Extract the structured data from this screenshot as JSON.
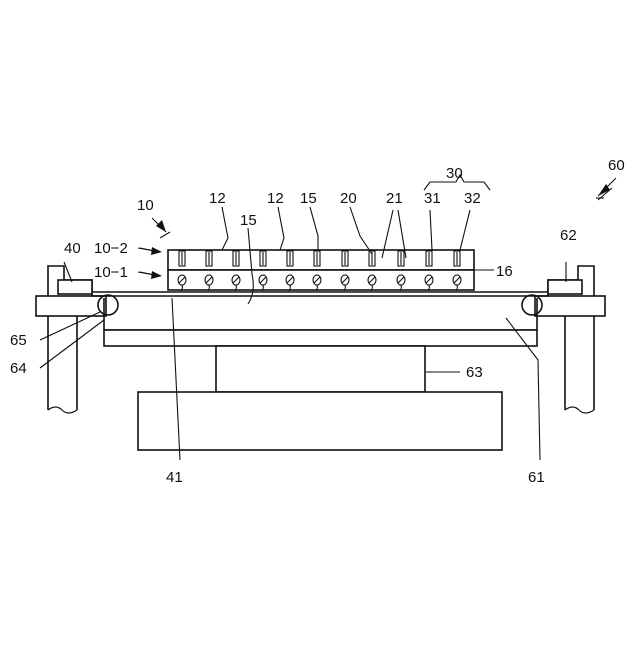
{
  "labels": {
    "l60": "60",
    "l30": "30",
    "l10": "10",
    "l12a": "12",
    "l12b": "12",
    "l15a": "15",
    "l15b": "15",
    "l20": "20",
    "l21": "21",
    "l31": "31",
    "l32": "32",
    "l40": "40",
    "l10_2": "10−2",
    "l10_1": "10−1",
    "l62": "62",
    "l16": "16",
    "l65": "65",
    "l64": "64",
    "l63": "63",
    "l41": "41",
    "l61": "61"
  },
  "colors": {
    "line": "#111111",
    "background": "#ffffff"
  }
}
